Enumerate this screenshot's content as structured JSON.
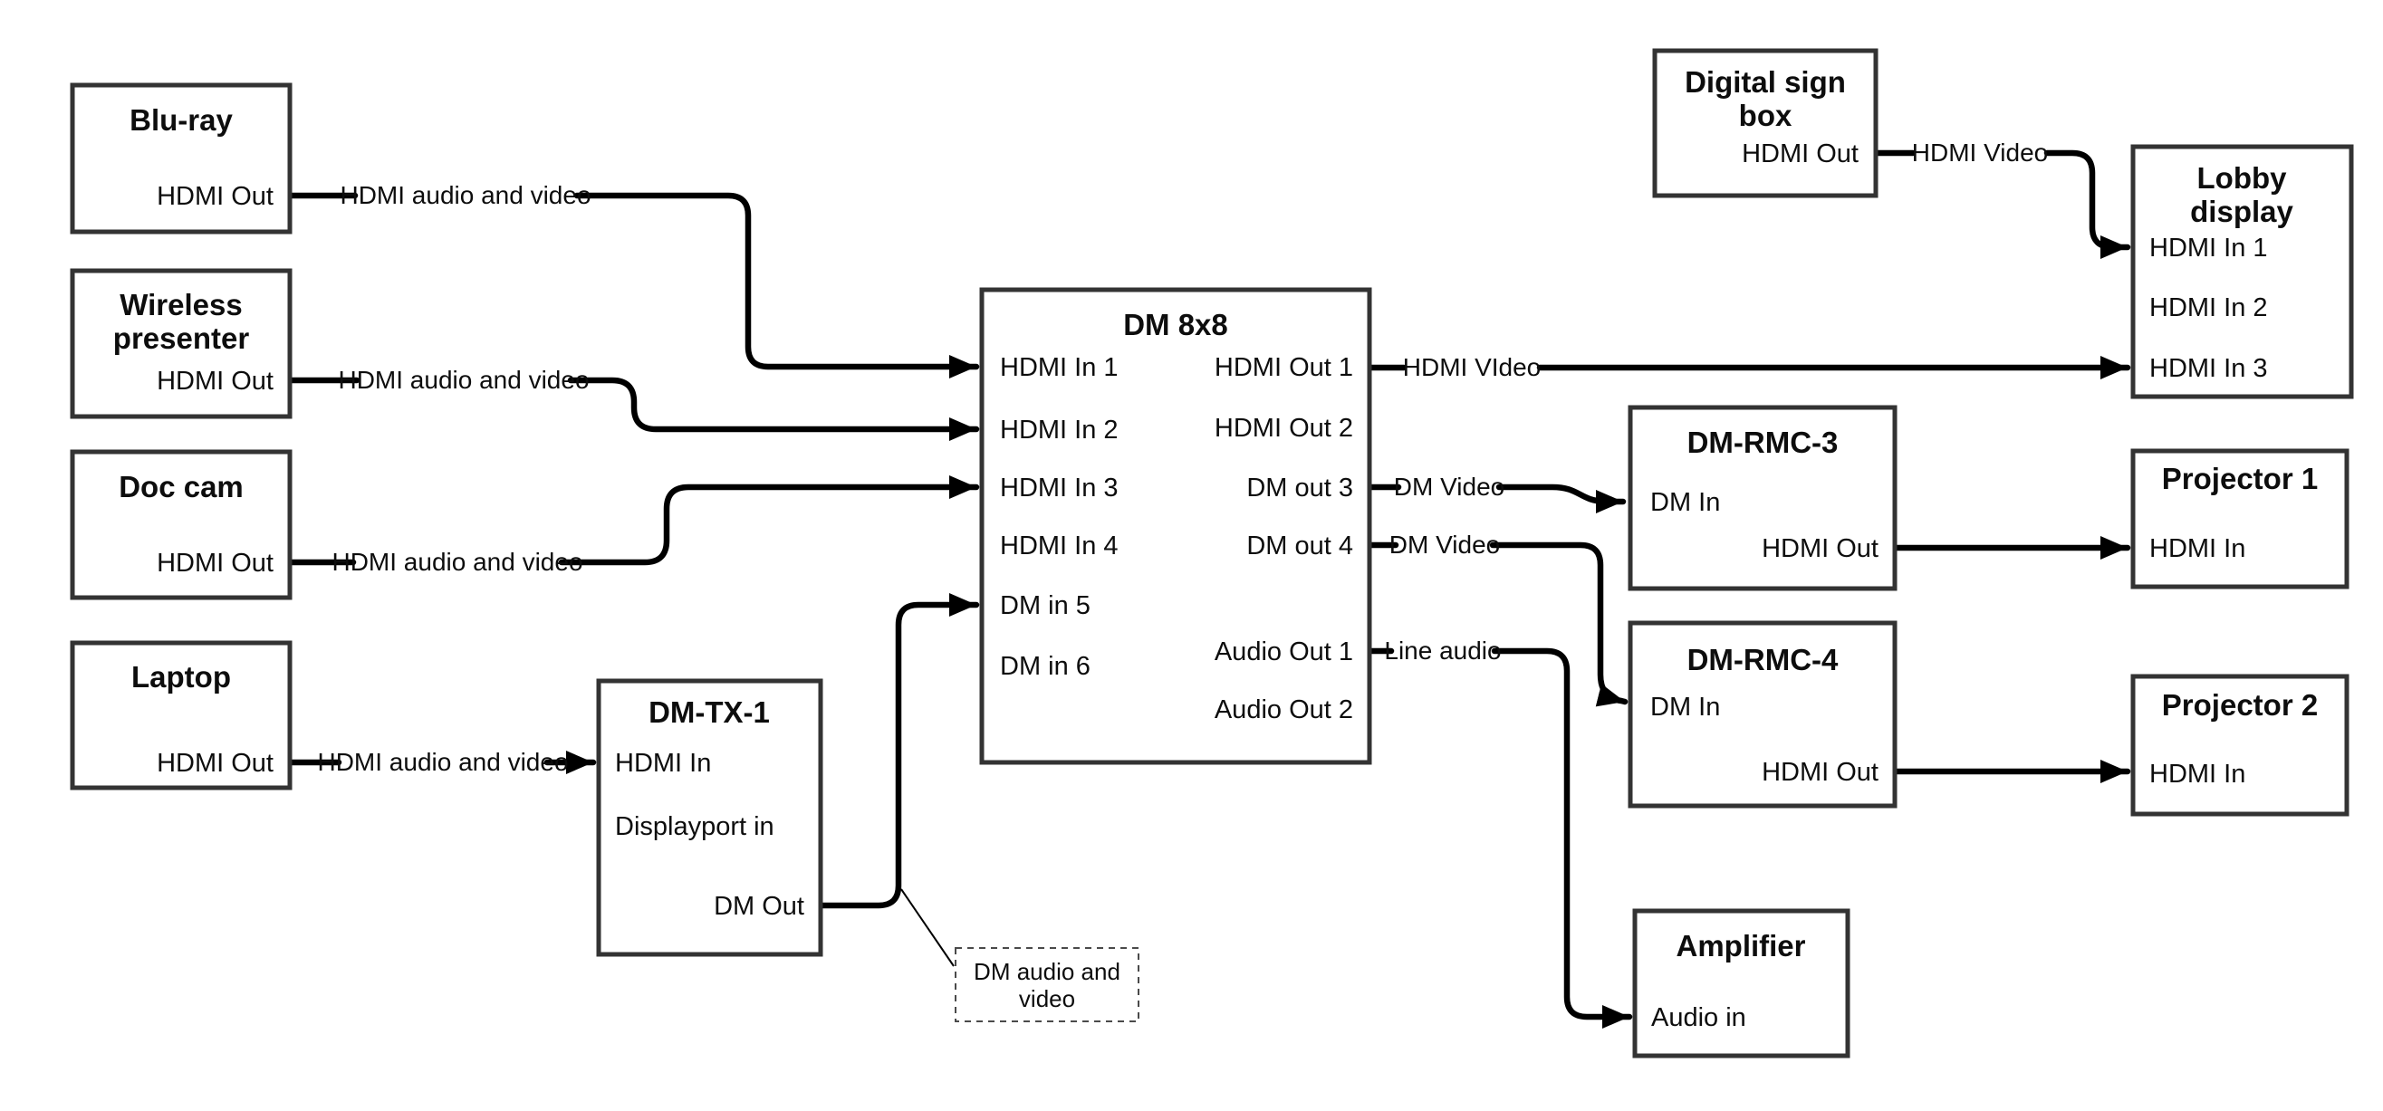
{
  "colors": {
    "background": "#ffffff",
    "box_border": "#333333",
    "wire": "#000000",
    "text": "#0d0d0d"
  },
  "nodes": {
    "bluray": {
      "title": "Blu-ray",
      "port_hdmi_out": "HDMI Out"
    },
    "wireless": {
      "title_line1": "Wireless",
      "title_line2": "presenter",
      "port_hdmi_out": "HDMI Out"
    },
    "doc_cam": {
      "title": "Doc cam",
      "port_hdmi_out": "HDMI Out"
    },
    "laptop": {
      "title": "Laptop",
      "port_hdmi_out": "HDMI Out"
    },
    "dm_tx_1": {
      "title": "DM-TX-1",
      "port_hdmi_in": "HDMI In",
      "port_displayport_in": "Displayport in",
      "port_dm_out": "DM Out"
    },
    "dm_8x8": {
      "title": "DM 8x8",
      "port_in1": "HDMI In 1",
      "port_in2": "HDMI In 2",
      "port_in3": "HDMI In 3",
      "port_in4": "HDMI In 4",
      "port_in5": "DM in 5",
      "port_in6": "DM in 6",
      "port_out1": "HDMI Out 1",
      "port_out2": "HDMI Out 2",
      "port_out3": "DM out 3",
      "port_out4": "DM out 4",
      "port_audio1": "Audio Out 1",
      "port_audio2": "Audio Out 2"
    },
    "digital_sign_box": {
      "title_line1": "Digital sign",
      "title_line2": "box",
      "port_hdmi_out": "HDMI Out"
    },
    "lobby_display": {
      "title_line1": "Lobby",
      "title_line2": "display",
      "port_in1": "HDMI In 1",
      "port_in2": "HDMI In 2",
      "port_in3": "HDMI In 3"
    },
    "dm_rmc_3": {
      "title": "DM-RMC-3",
      "port_dm_in": "DM In",
      "port_hdmi_out": "HDMI Out"
    },
    "projector_1": {
      "title": "Projector 1",
      "port_hdmi_in": "HDMI In"
    },
    "dm_rmc_4": {
      "title": "DM-RMC-4",
      "port_dm_in": "DM In",
      "port_hdmi_out": "HDMI Out"
    },
    "projector_2": {
      "title": "Projector 2",
      "port_hdmi_in": "HDMI In"
    },
    "amplifier": {
      "title": "Amplifier",
      "port_audio_in": "Audio in"
    }
  },
  "connections": {
    "bluray_to_dm8x8": {
      "label": "HDMI audio and video"
    },
    "wireless_to_dm8x8": {
      "label": "HDMI audio and video"
    },
    "doccam_to_dm8x8": {
      "label": "HDMI audio and video"
    },
    "laptop_to_dmtx1": {
      "label": "HDMI audio and video"
    },
    "dm8x8_to_lobby": {
      "label": "HDMI VIdeo"
    },
    "digitalsign_to_lobby": {
      "label": "HDMI Video"
    },
    "dm8x8_to_rmc3": {
      "label": "DM Video"
    },
    "dm8x8_to_rmc4": {
      "label": "DM Video"
    },
    "dm8x8_to_amplifier": {
      "label": "Line audio"
    }
  },
  "note": {
    "line1": "DM audio and",
    "line2": "video"
  }
}
